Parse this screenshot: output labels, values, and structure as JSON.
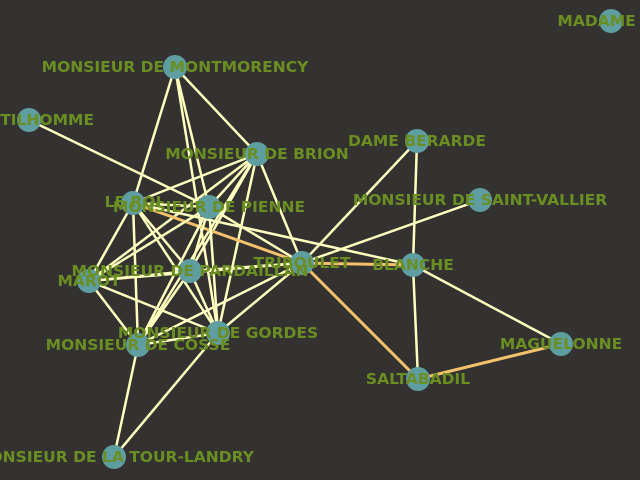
{
  "graph": {
    "colors": {
      "background": "#333230",
      "node_fill": "#5f9ea0",
      "label": "#6b8e23",
      "edge_default": "#ffffc0",
      "edge_strong": "#f5c26b"
    },
    "nodes": [
      {
        "id": "madame_de",
        "label": "MADAME DE"
      },
      {
        "id": "montmorency",
        "label": "MONSIEUR DE MONTMORENCY"
      },
      {
        "id": "gentilhomme",
        "label": "GENTILHOMME"
      },
      {
        "id": "dame_berarde",
        "label": "DAME BERARDE"
      },
      {
        "id": "brion",
        "label": "MONSIEUR DE BRION"
      },
      {
        "id": "saint_vallier",
        "label": "MONSIEUR DE SAINT-VALLIER"
      },
      {
        "id": "pienne",
        "label": "MONSIEUR DE PIENNE"
      },
      {
        "id": "marot",
        "label": "MAROT"
      },
      {
        "id": "pardaillan",
        "label": "MONSIEUR DE PARDAILLAN"
      },
      {
        "id": "triboulet",
        "label": "TRIBOULET"
      },
      {
        "id": "blanche",
        "label": "BLANCHE"
      },
      {
        "id": "maguelonne",
        "label": "MAGUELONNE"
      },
      {
        "id": "gordes",
        "label": "MONSIEUR DE GORDES"
      },
      {
        "id": "cosse",
        "label": "MONSIEUR DE COSSE"
      },
      {
        "id": "saltabadil",
        "label": "SALTABADIL"
      },
      {
        "id": "latour",
        "label": "MONSIEUR DE LA TOUR-LANDRY"
      },
      {
        "id": "roi",
        "label": "LE ROI"
      }
    ],
    "edges": [
      {
        "source": "montmorency",
        "target": "brion"
      },
      {
        "source": "montmorency",
        "target": "pienne"
      },
      {
        "source": "montmorency",
        "target": "roi"
      },
      {
        "source": "montmorency",
        "target": "gordes"
      },
      {
        "source": "gentilhomme",
        "target": "pienne"
      },
      {
        "source": "brion",
        "target": "roi"
      },
      {
        "source": "brion",
        "target": "pienne"
      },
      {
        "source": "brion",
        "target": "pardaillan"
      },
      {
        "source": "brion",
        "target": "marot"
      },
      {
        "source": "brion",
        "target": "cosse"
      },
      {
        "source": "brion",
        "target": "gordes"
      },
      {
        "source": "brion",
        "target": "triboulet"
      },
      {
        "source": "roi",
        "target": "pienne"
      },
      {
        "source": "roi",
        "target": "triboulet",
        "strength": "strong"
      },
      {
        "source": "roi",
        "target": "pardaillan"
      },
      {
        "source": "roi",
        "target": "marot"
      },
      {
        "source": "roi",
        "target": "cosse"
      },
      {
        "source": "roi",
        "target": "gordes"
      },
      {
        "source": "roi",
        "target": "blanche"
      },
      {
        "source": "pienne",
        "target": "pardaillan"
      },
      {
        "source": "pienne",
        "target": "marot"
      },
      {
        "source": "pienne",
        "target": "cosse"
      },
      {
        "source": "pienne",
        "target": "gordes"
      },
      {
        "source": "pienne",
        "target": "triboulet"
      },
      {
        "source": "pardaillan",
        "target": "marot"
      },
      {
        "source": "pardaillan",
        "target": "cosse"
      },
      {
        "source": "pardaillan",
        "target": "gordes"
      },
      {
        "source": "pardaillan",
        "target": "triboulet"
      },
      {
        "source": "marot",
        "target": "cosse"
      },
      {
        "source": "marot",
        "target": "gordes"
      },
      {
        "source": "marot",
        "target": "triboulet"
      },
      {
        "source": "cosse",
        "target": "gordes"
      },
      {
        "source": "cosse",
        "target": "triboulet"
      },
      {
        "source": "cosse",
        "target": "latour"
      },
      {
        "source": "gordes",
        "target": "triboulet"
      },
      {
        "source": "gordes",
        "target": "latour"
      },
      {
        "source": "triboulet",
        "target": "dame_berarde"
      },
      {
        "source": "triboulet",
        "target": "saint_vallier"
      },
      {
        "source": "triboulet",
        "target": "blanche",
        "strength": "strong"
      },
      {
        "source": "triboulet",
        "target": "saltabadil",
        "strength": "strong"
      },
      {
        "source": "dame_berarde",
        "target": "blanche"
      },
      {
        "source": "blanche",
        "target": "saltabadil"
      },
      {
        "source": "blanche",
        "target": "maguelonne"
      },
      {
        "source": "saltabadil",
        "target": "maguelonne",
        "strength": "strong"
      }
    ]
  }
}
